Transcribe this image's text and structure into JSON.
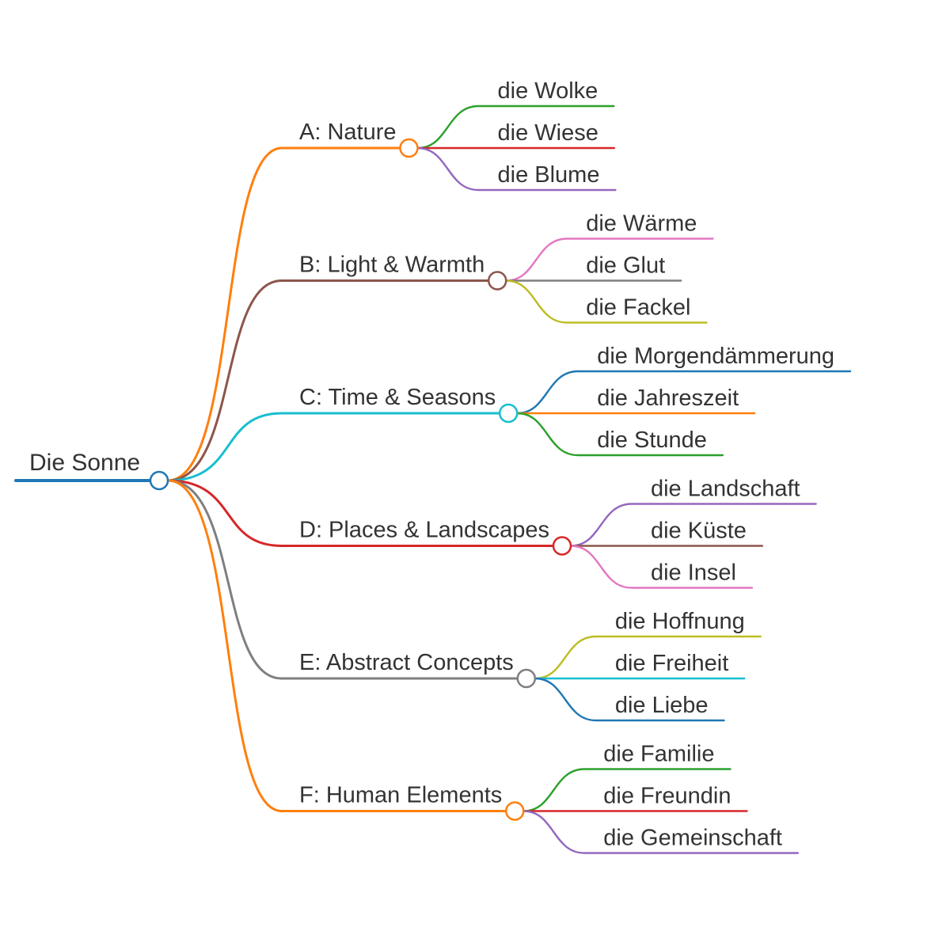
{
  "root": {
    "label": "Die Sonne",
    "color": "#1f77b4"
  },
  "categories": [
    {
      "label": "A: Nature",
      "color": "#ff7f0e",
      "children": [
        {
          "label": "die Wolke",
          "color": "#2ca02c"
        },
        {
          "label": "die Wiese",
          "color": "#d62728"
        },
        {
          "label": "die Blume",
          "color": "#9467bd"
        }
      ]
    },
    {
      "label": "B: Light & Warmth",
      "color": "#8c564b",
      "children": [
        {
          "label": "die Wärme",
          "color": "#e377c2"
        },
        {
          "label": "die Glut",
          "color": "#7f7f7f"
        },
        {
          "label": "die Fackel",
          "color": "#bcbd22"
        }
      ]
    },
    {
      "label": "C: Time & Seasons",
      "color": "#17becf",
      "children": [
        {
          "label": "die Morgendämmerung",
          "color": "#1f77b4"
        },
        {
          "label": "die Jahreszeit",
          "color": "#ff7f0e"
        },
        {
          "label": "die Stunde",
          "color": "#2ca02c"
        }
      ]
    },
    {
      "label": "D: Places & Landscapes",
      "color": "#d62728",
      "children": [
        {
          "label": "die Landschaft",
          "color": "#9467bd"
        },
        {
          "label": "die Küste",
          "color": "#8c564b"
        },
        {
          "label": "die Insel",
          "color": "#e377c2"
        }
      ]
    },
    {
      "label": "E: Abstract Concepts",
      "color": "#7f7f7f",
      "children": [
        {
          "label": "die Hoffnung",
          "color": "#bcbd22"
        },
        {
          "label": "die Freiheit",
          "color": "#17becf"
        },
        {
          "label": "die Liebe",
          "color": "#1f77b4"
        }
      ]
    },
    {
      "label": "F: Human Elements",
      "color": "#ff7f0e",
      "children": [
        {
          "label": "die Familie",
          "color": "#2ca02c"
        },
        {
          "label": "die Freundin",
          "color": "#d62728"
        },
        {
          "label": "die Gemeinschaft",
          "color": "#9467bd"
        }
      ]
    }
  ]
}
